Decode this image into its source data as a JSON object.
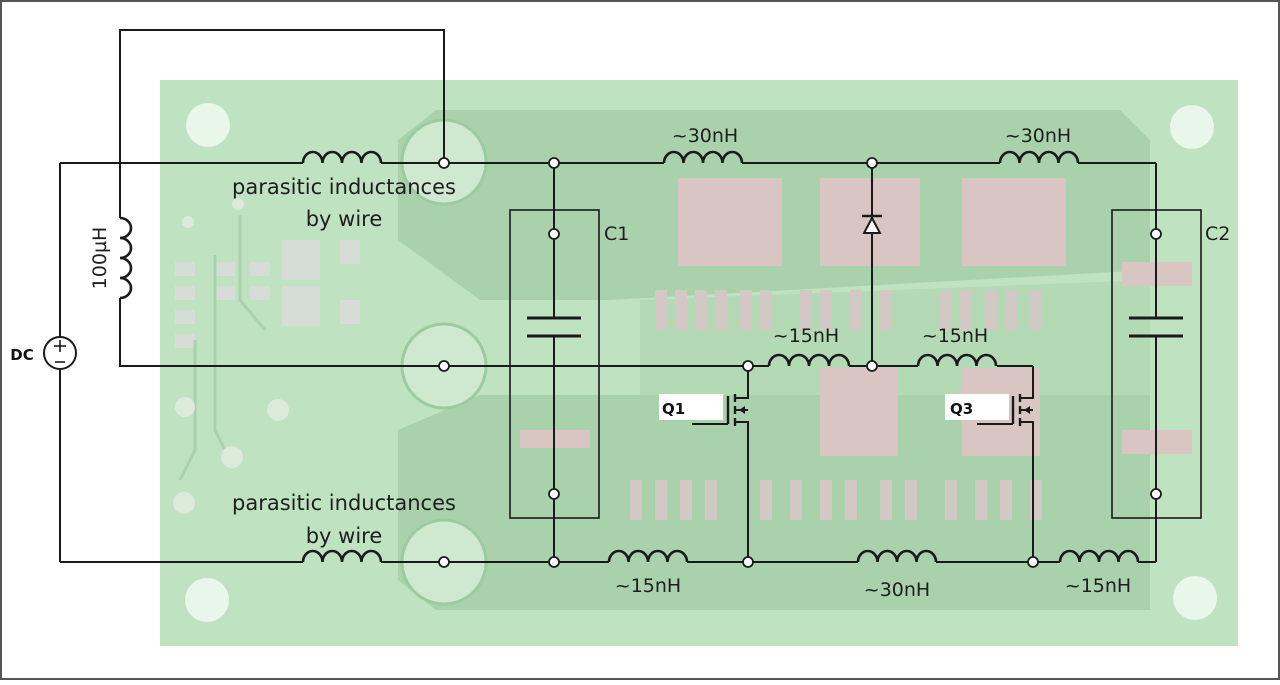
{
  "labels": {
    "parasitic_top_line1": "parasitic inductances",
    "parasitic_top_line2": "by wire",
    "parasitic_bottom_line1": "parasitic inductances",
    "parasitic_bottom_line2": "by wire",
    "inductor_100uH": "100µH",
    "dc_source": "DC",
    "cap_c1": "C1",
    "cap_c2": "C2",
    "transistor_q1": "Q1",
    "transistor_q3": "Q3",
    "ind_top_left": "~30nH",
    "ind_top_right": "~30nH",
    "ind_mid_left": "~15nH",
    "ind_mid_right": "~15nH",
    "ind_bottom_left": "~15nH",
    "ind_bottom_mid": "~30nH",
    "ind_bottom_right": "~15nH"
  },
  "colors": {
    "pcb_board": "#bfe2c1",
    "pcb_trace": "#a9d2ac",
    "pcb_pad": "#d9c6c3",
    "wire": "#1a1a1a"
  }
}
